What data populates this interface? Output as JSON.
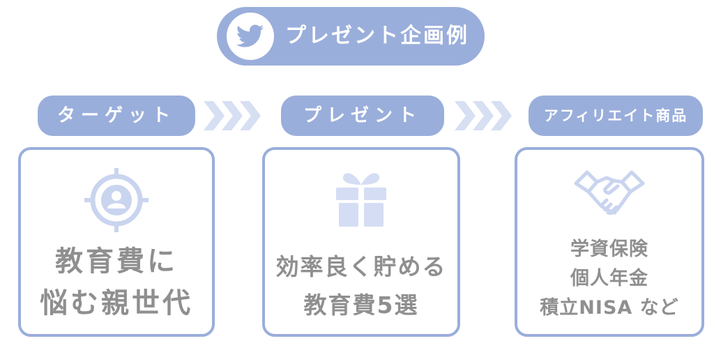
{
  "header": {
    "title": "プレゼント企画例",
    "icon": "twitter-bird-icon"
  },
  "columns": [
    {
      "label": "ターゲット",
      "icon": "target-person-icon",
      "lines": [
        "教育費に",
        "悩む親世代"
      ]
    },
    {
      "label": "プレゼント",
      "icon": "gift-box-icon",
      "lines": [
        "効率良く貯める",
        "教育費5選"
      ]
    },
    {
      "label": "アフィリエイト商品",
      "icon": "handshake-icon",
      "lines": [
        "学資保険",
        "個人年金",
        "積立NISA など"
      ]
    }
  ],
  "arrows": {
    "icon": "chevron-arrows-icon"
  },
  "colors": {
    "accent": "#9aaedb",
    "icon_light": "#c9d4ef",
    "text_gray": "#8f8f8f",
    "chevron": "#d7dff3"
  }
}
